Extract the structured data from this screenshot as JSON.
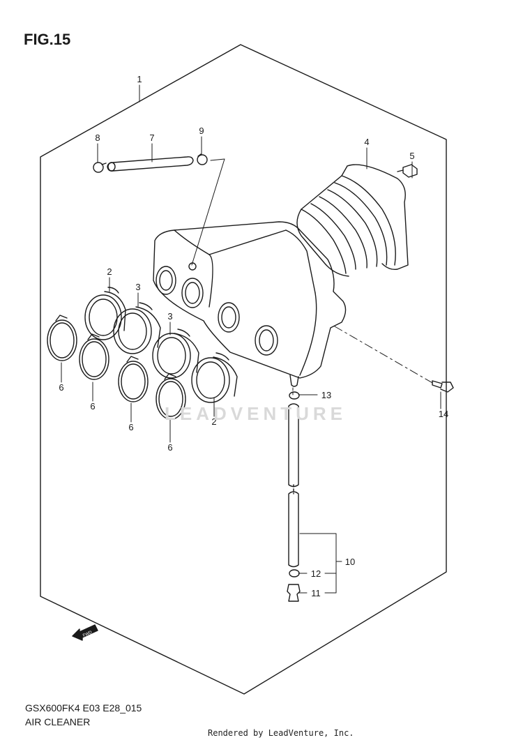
{
  "header": {
    "figure_label": "FIG.15"
  },
  "footer": {
    "model_code": "GSX600FK4 E03 E28_015",
    "diagram_name": "AIR CLEANER",
    "credit": "Rendered by LeadVenture, Inc."
  },
  "watermark": {
    "brand": "LEADVENTURE"
  },
  "front_marker": {
    "label": "FWD"
  },
  "callouts": {
    "c1": "1",
    "c2a": "2",
    "c2b": "2",
    "c3a": "3",
    "c3b": "3",
    "c4": "4",
    "c5": "5",
    "c6a": "6",
    "c6b": "6",
    "c6c": "6",
    "c6d": "6",
    "c7": "7",
    "c8": "8",
    "c9": "9",
    "c10": "10",
    "c11": "11",
    "c12": "12",
    "c13": "13",
    "c14": "14"
  },
  "colors": {
    "line": "#1a1a1a",
    "watermark": "#d9d9d9",
    "background": "#ffffff"
  }
}
